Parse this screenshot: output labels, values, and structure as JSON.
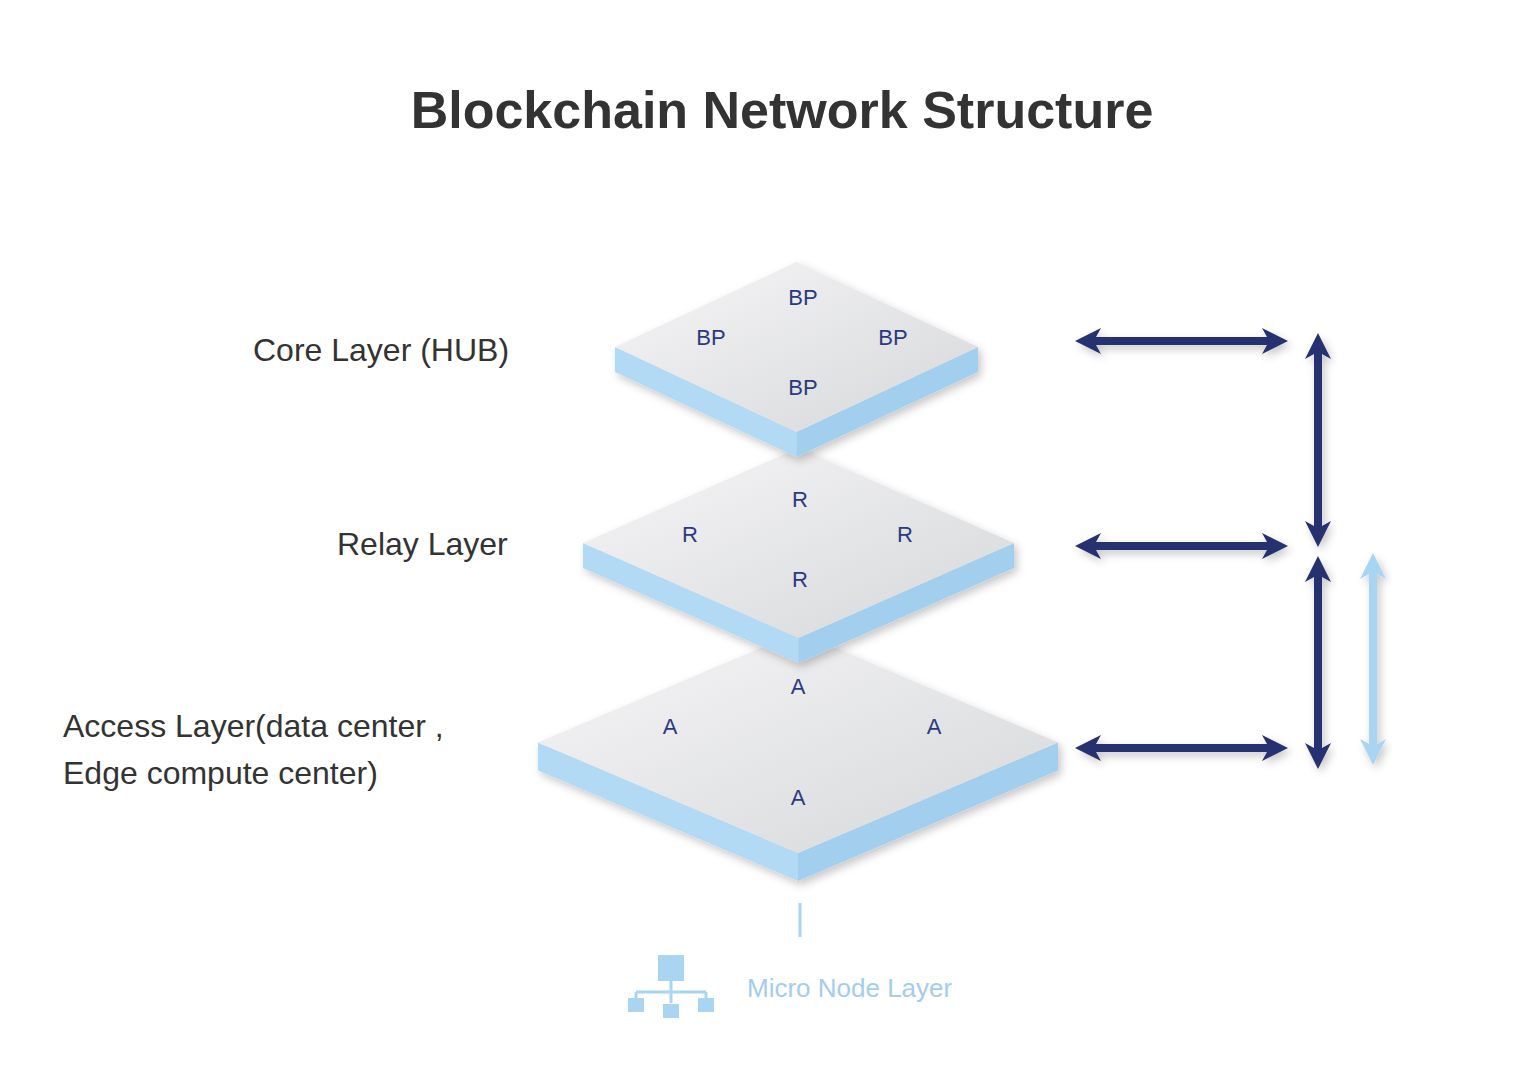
{
  "diagram": {
    "title": "Blockchain Network Structure",
    "nodes": [
      {
        "text": [
          "BP",
          "BP",
          "BP",
          "BP"
        ]
      },
      {
        "text": [
          "R",
          "R",
          "R",
          "R"
        ]
      },
      {
        "text": [
          "A",
          "A",
          "A",
          "A"
        ]
      }
    ],
    "labels": [
      "Core Layer (HUB)",
      "Relay Layer",
      "Access Layer(data center , Edge compute center)",
      "Micro Node Layer"
    ]
  }
}
